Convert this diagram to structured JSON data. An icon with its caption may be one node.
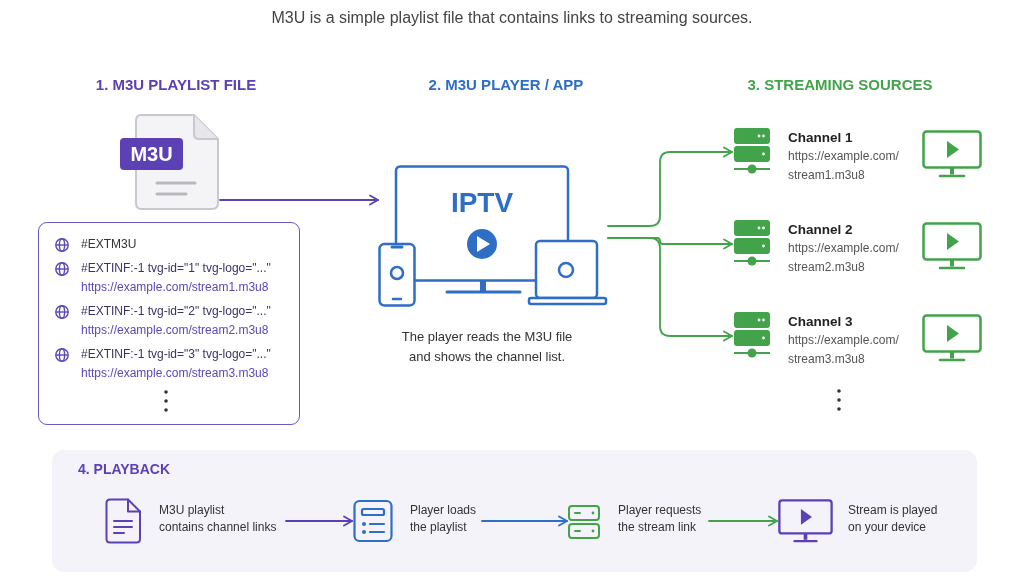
{
  "diagram": {
    "title": "M3U is a simple playlist file that contains links to streaming sources.",
    "nodes": [
      {
        "text": [
          "M3U"
        ]
      },
      {
        "text": [
          "#EXTM3U",
          "#EXTINF:-1 tvg-id=\"1\" tvg-logo=\"...\"",
          "https://example.com/stream1.m3u8",
          "#EXTINF:-1 tvg-id=\"2\" tvg-logo=\"...\"",
          "https://example.com/stream2.m3u8",
          "#EXTINF:-1 tvg-id=\"3\" tvg-logo=\"...\"",
          "https://example.com/stream3.m3u8"
        ]
      },
      {
        "text": [
          "IPTV"
        ],
        "beside": [
          "The player reads the M3U file and shows the channel list."
        ]
      },
      {
        "text": [
          "Channel 1",
          "https://example.com/ stream1.m3u8"
        ]
      },
      {
        "text": [
          "Channel 2",
          "https://example.com/ stream2.m3u8"
        ]
      },
      {
        "text": [
          "Channel 3",
          "https://example.com/ stream3.m3u8"
        ]
      },
      {
        "text": [
          "4. PLAYBACK"
        ]
      },
      {
        "text": [
          "M3U playlist contains channel links"
        ],
        "in": 6
      },
      {
        "text": [
          "Player loads the playlist"
        ],
        "in": 6
      },
      {
        "text": [
          "Player requests the stream link"
        ],
        "in": 6
      },
      {
        "text": [
          "Stream is played on your device"
        ],
        "in": 6
      }
    ],
    "edges": [
      {
        "from": 0,
        "to": 2,
        "arrow": "to",
        "color": "#5b41b4"
      },
      {
        "from": 2,
        "to": 3,
        "arrow": "to"
      },
      {
        "from": 2,
        "to": 4,
        "arrow": "to"
      },
      {
        "from": 2,
        "to": 5,
        "arrow": "to"
      },
      {
        "from": 7,
        "to": 8,
        "arrow": "to",
        "color": "#5b41b4"
      },
      {
        "from": 8,
        "to": 9,
        "arrow": "to",
        "color": "#2f6ec5"
      },
      {
        "from": 9,
        "to": 10,
        "arrow": "to"
      }
    ],
    "labels": [
      "1. M3U PLAYLIST FILE",
      "2. M3U PLAYER / APP",
      "3. STREAMING SOURCES"
    ]
  }
}
